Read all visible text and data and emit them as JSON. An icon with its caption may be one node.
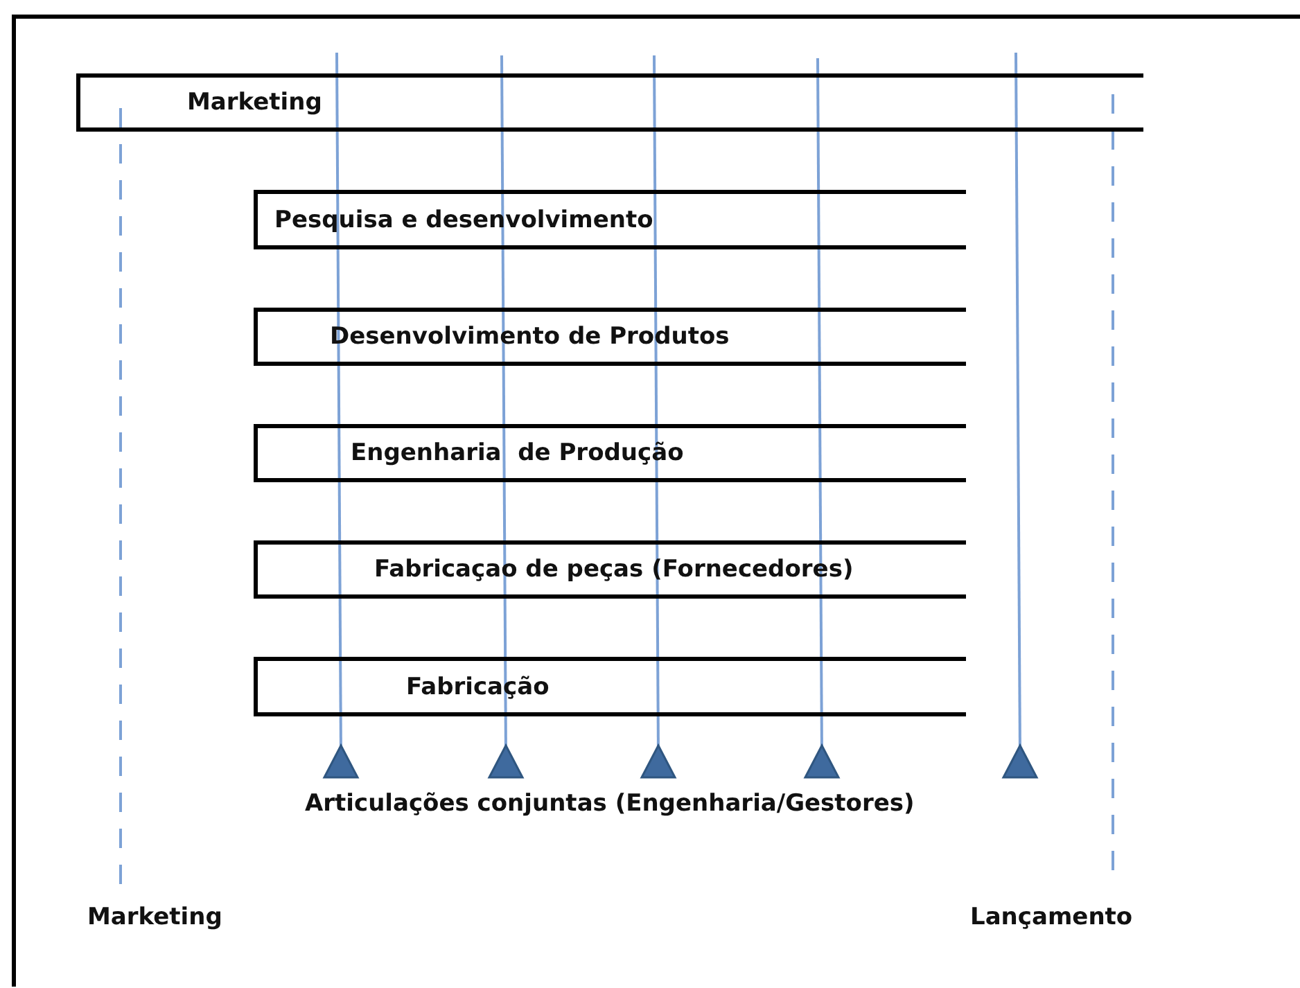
{
  "diagram": {
    "nodes": [
      {
        "text": [
          "Marketing"
        ]
      },
      {
        "text": [
          "Pesquisa e desenvolvimento"
        ]
      },
      {
        "text": [
          "Desenvolvimento de Produtos"
        ]
      },
      {
        "text": [
          "Engenharia  de Produção"
        ]
      },
      {
        "text": [
          "Fabricaçao de peças (Fornecedores)"
        ]
      },
      {
        "text": [
          "Fabricação"
        ]
      }
    ],
    "labels": [
      "Articulações conjuntas (Engenharia/Gestores)",
      "Marketing",
      "Lançamento"
    ]
  }
}
